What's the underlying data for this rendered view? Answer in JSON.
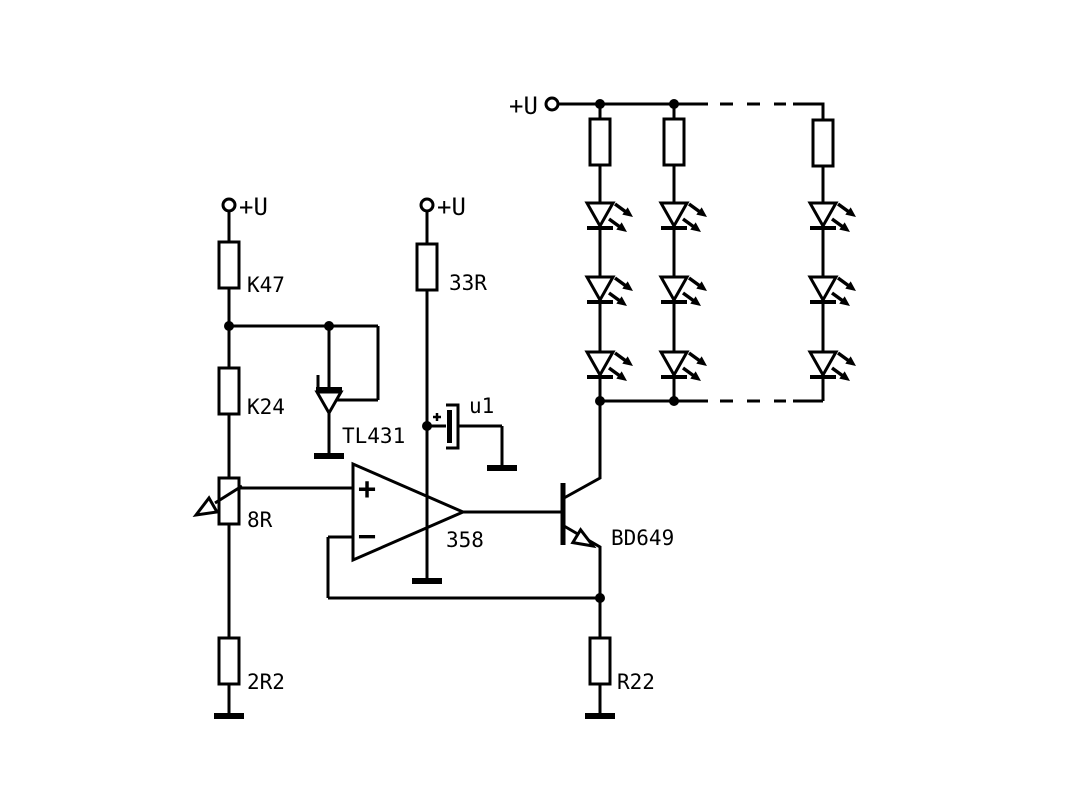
{
  "diagram": {
    "kind": "circuit-schematic",
    "description": "Op-amp constant-current LED driver schematic with TL431 reference, BD649 transistor and three parallel LED strings"
  },
  "colors": {
    "line": "#000000",
    "background": "#ffffff"
  },
  "labels": {
    "supply_left": "+U",
    "supply_mid": "+U",
    "supply_right": "+U",
    "r_k47": "K47",
    "r_k24": "K24",
    "pot_8r": "8R",
    "r_2r2": "2R2",
    "vref": "TL431",
    "r_33r": "33R",
    "cap_u1": "u1",
    "opamp": "358",
    "opamp_plus": "+",
    "opamp_minus": "−",
    "transistor": "BD649",
    "r_r22": "R22"
  },
  "components": [
    {
      "id": "r_k47",
      "type": "resistor",
      "label": "K47"
    },
    {
      "id": "r_k24",
      "type": "resistor",
      "label": "K24"
    },
    {
      "id": "pot_8r",
      "type": "potentiometer",
      "label": "8R"
    },
    {
      "id": "r_2r2",
      "type": "resistor",
      "label": "2R2"
    },
    {
      "id": "vref",
      "type": "shunt-reference",
      "label": "TL431"
    },
    {
      "id": "r_33r",
      "type": "resistor",
      "label": "33R"
    },
    {
      "id": "cap_u1",
      "type": "polarized-capacitor",
      "label": "u1"
    },
    {
      "id": "opamp",
      "type": "op-amp",
      "label": "358"
    },
    {
      "id": "transistor",
      "type": "npn-transistor",
      "label": "BD649"
    },
    {
      "id": "r_r22",
      "type": "resistor",
      "label": "R22"
    },
    {
      "id": "led_strings",
      "type": "led-array",
      "columns": 3,
      "leds_per_column": 3
    }
  ]
}
